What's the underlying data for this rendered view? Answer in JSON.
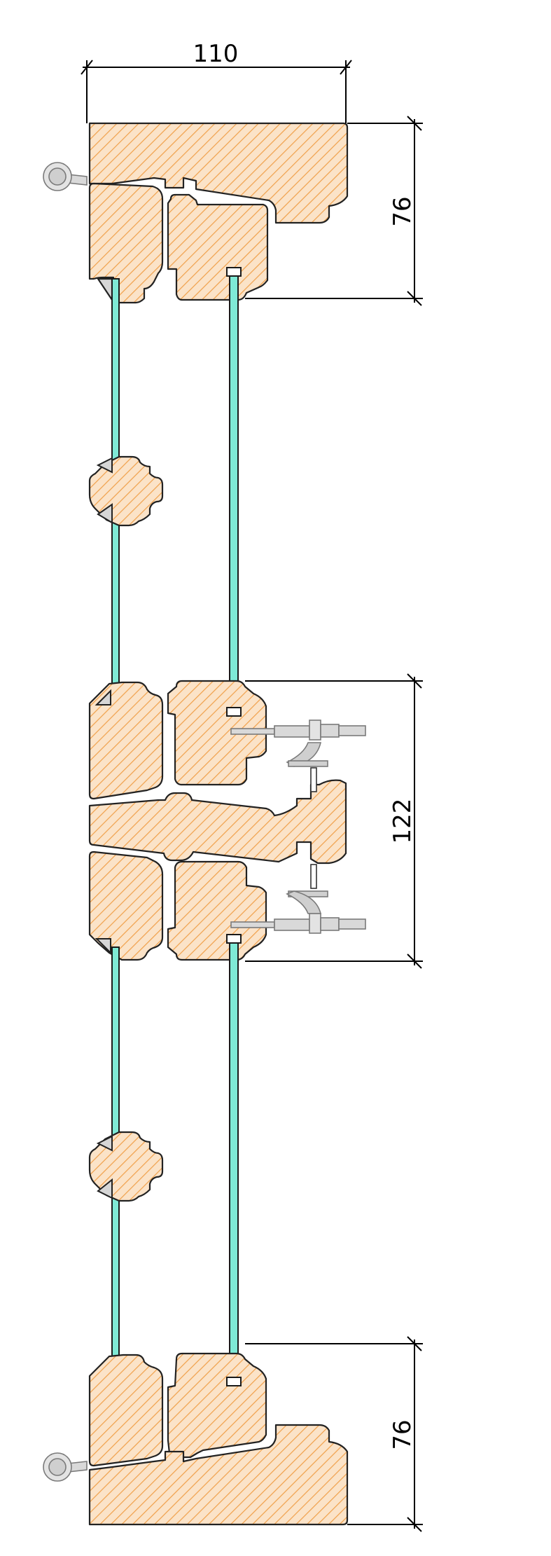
{
  "dimensions": {
    "width_label": "110",
    "top_height_label": "76",
    "middle_height_label": "122",
    "bottom_height_label": "76"
  },
  "colors": {
    "wood_fill": "#fbe3c8",
    "wood_hatch": "#f0a04a",
    "glass": "#7fead6",
    "metal": "#d9d9d9",
    "gasket": "#cfcfcf",
    "line": "#222222"
  },
  "icons": {
    "hinge": "hinge-icon",
    "espagnolette": "espagnolette-icon"
  }
}
